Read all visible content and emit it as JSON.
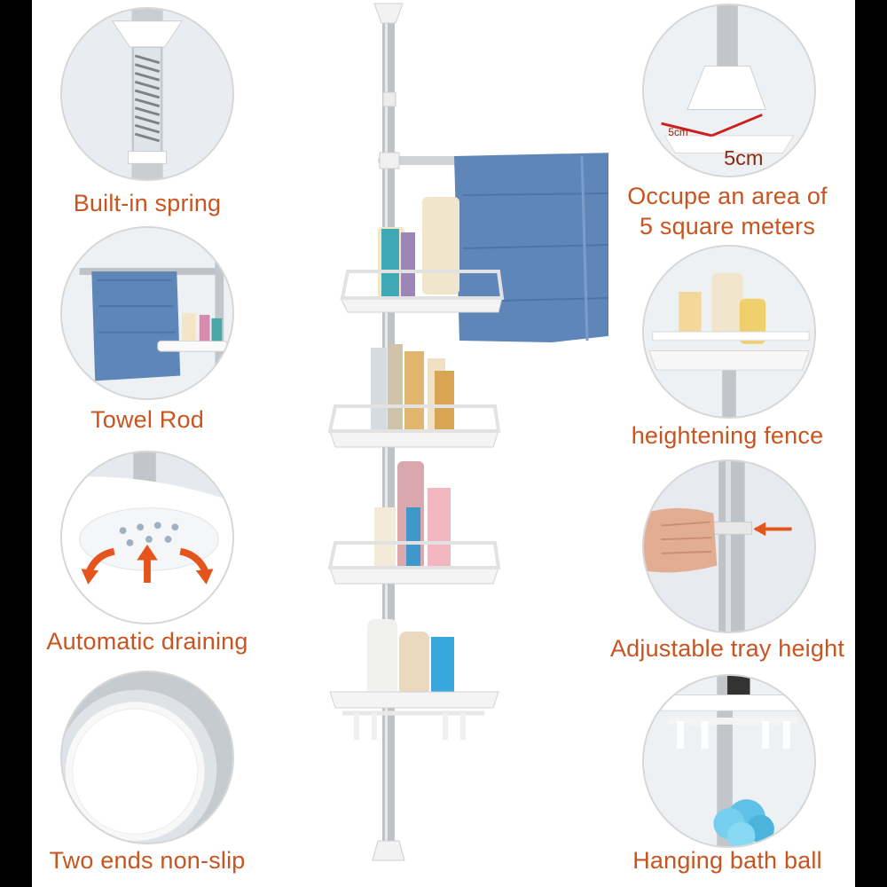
{
  "features": {
    "left": [
      {
        "label": "Built-in spring",
        "icon": "spring-icon"
      },
      {
        "label": "Towel Rod",
        "icon": "towel-rod-icon"
      },
      {
        "label": "Automatic draining",
        "icon": "drain-icon"
      },
      {
        "label": "Two ends non-slip",
        "icon": "non-slip-pad-icon"
      }
    ],
    "right": [
      {
        "label_line1": "Occupe an area of",
        "label_line2": "5 square meters",
        "icon": "footprint-icon",
        "dimension_a": "5cm",
        "dimension_b": "5cm"
      },
      {
        "label": "heightening fence",
        "icon": "fence-icon"
      },
      {
        "label": "Adjustable tray height",
        "icon": "adjust-height-icon"
      },
      {
        "label": "Hanging bath ball",
        "icon": "bath-ball-icon"
      }
    ]
  },
  "colors": {
    "label": "#c8541f",
    "arrow": "#e4541c",
    "pole": "#bfc3c7",
    "tray": "#f4f4f4",
    "towel": "#5f86b8"
  }
}
